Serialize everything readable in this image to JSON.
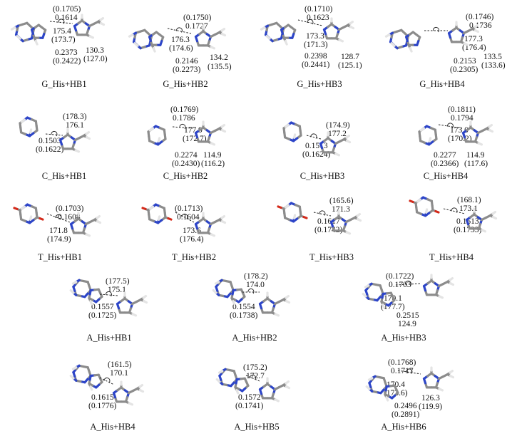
{
  "colors": {
    "carbon": "#8c8c8c",
    "carbon_dark": "#5a5a5a",
    "hydrogen": "#e4e4e4",
    "nitrogen": "#2d45c8",
    "oxygen": "#d42a1a",
    "hbond": "#222222"
  },
  "panels": [
    {
      "caption": "G_His+HB1",
      "kind": "G",
      "labels": [
        "(0.1705)",
        "0.1614",
        "175.4",
        "(173.7)",
        "130.3",
        "0.2373",
        "(127.0)",
        "(0.2422)"
      ]
    },
    {
      "caption": "G_His+HB2",
      "kind": "G",
      "labels": [
        "(0.1750)",
        "0.1727",
        "176.3",
        "(174.6)",
        "134.2",
        "0.2146",
        "(135.5)",
        "(0.2273)"
      ]
    },
    {
      "caption": "G_His+HB3",
      "kind": "G",
      "labels": [
        "(0.1710)",
        "0.1623",
        "173.3",
        "(171.3)",
        "0.2398",
        "128.7",
        "(0.2441)",
        "(125.1)"
      ]
    },
    {
      "caption": "G_His+HB4",
      "kind": "G",
      "labels": [
        "(0.1746)",
        "0.1736",
        "177.3",
        "(176.4)",
        "133.5",
        "0.2153",
        "(133.6)",
        "(0.2305)"
      ]
    },
    {
      "caption": "C_His+HB1",
      "kind": "C",
      "labels": [
        "(178.3)",
        "176.1",
        "0.1503",
        "(0.1622)"
      ]
    },
    {
      "caption": "C_His+HB2",
      "kind": "C",
      "labels": [
        "(0.1769)",
        "0.1786",
        "177.9",
        "(172.7)",
        "114.9",
        "0.2274",
        "(116.2)",
        "(0.2430)"
      ]
    },
    {
      "caption": "C_His+HB3",
      "kind": "C",
      "labels": [
        "(174.9)",
        "177.2",
        "0.1513",
        "(0.1624)"
      ]
    },
    {
      "caption": "C_His+HB4",
      "kind": "C",
      "labels": [
        "(0.1811)",
        "0.1794",
        "173.0",
        "(170.2)",
        "114.9",
        "0.2277",
        "(117.6)",
        "(0.2366)"
      ]
    },
    {
      "caption": "T_His+HB1",
      "kind": "T",
      "labels": [
        "(0.1703)",
        "0.1608",
        "171.8",
        "(174.9)"
      ]
    },
    {
      "caption": "T_His+HB2",
      "kind": "T",
      "labels": [
        "(0.1713)",
        "0.1604",
        "173.6",
        "(176.4)"
      ]
    },
    {
      "caption": "T_His+HB3",
      "kind": "T",
      "labels": [
        "(165.6)",
        "171.3",
        "0.1617",
        "(0.1742)"
      ]
    },
    {
      "caption": "T_His+HB4",
      "kind": "T",
      "labels": [
        "(168.1)",
        "173.1",
        "0.1613",
        "(0.1733)"
      ]
    },
    {
      "caption": "A_His+HB1",
      "kind": "A",
      "labels": [
        "(177.5)",
        "175.1",
        "0.1557",
        "(0.1725)"
      ]
    },
    {
      "caption": "A_His+HB2",
      "kind": "A",
      "labels": [
        "(178.2)",
        "174.0",
        "0.1554",
        "(0.1738)"
      ]
    },
    {
      "caption": "A_His+HB3",
      "kind": "A",
      "labels": [
        "(0.1722)",
        "0.1703",
        "170.1",
        "(177.7)",
        "0.2515",
        "124.9"
      ]
    },
    {
      "caption": "A_His+HB4",
      "kind": "A",
      "labels": [
        "(161.5)",
        "170.1",
        "0.1615",
        "(0.1776)"
      ]
    },
    {
      "caption": "A_His+HB5",
      "kind": "A",
      "labels": [
        "(175.2)",
        "172.7",
        "0.1572",
        "(0.1741)"
      ]
    },
    {
      "caption": "A_His+HB6",
      "kind": "A",
      "labels": [
        "(0.1768)",
        "0.1717",
        "170.4",
        "(173.6)",
        "126.3",
        "0.2496",
        "(119.9)",
        "(0.2891)"
      ]
    }
  ]
}
